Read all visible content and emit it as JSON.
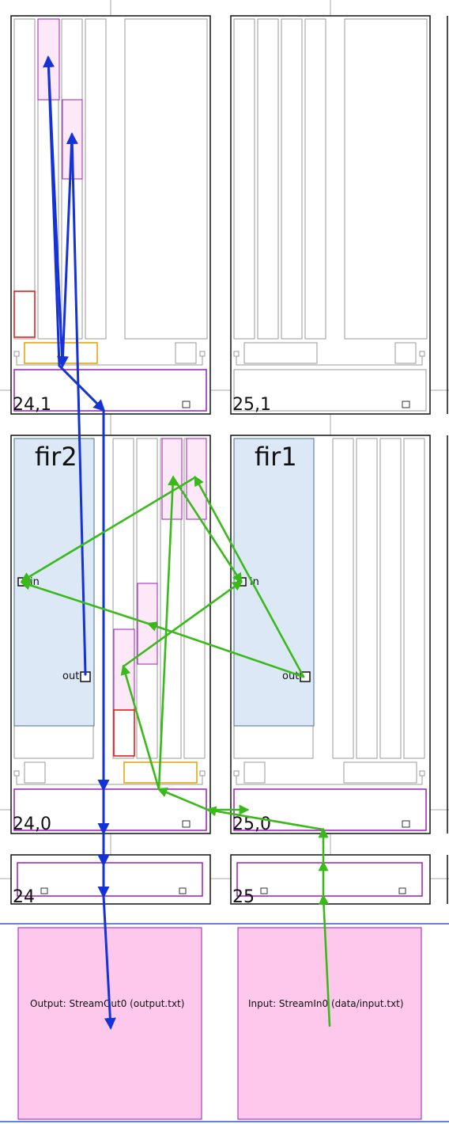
{
  "tiles": {
    "t24_1": "24,1",
    "t25_1": "25,1",
    "t24_0": "24,0",
    "t25_0": "25,0",
    "t24": "24",
    "t25": "25"
  },
  "kernels": {
    "fir2": {
      "name": "fir2",
      "in_port": "in",
      "out_port": "out"
    },
    "fir1": {
      "name": "fir1",
      "in_port": "in",
      "out_port": "out"
    }
  },
  "io": {
    "output": "Output: StreamOut0 (output.txt)",
    "input": "Input: StreamIn0 (data/input.txt)"
  },
  "colors": {
    "tile_border": "#111111",
    "memory_bank": "#999999",
    "buffer_magenta": "#9b1fb5",
    "buffer_fill": "#fde8f8",
    "kernel_fill": "#dce8f6",
    "kernel_border": "#4a6f95",
    "lock_red": "#dd1111",
    "dma_orange": "#e0a000",
    "io_fill": "#fdc8ec",
    "net_blue": "#1432d8",
    "net_green": "#3aba1a",
    "shim_line": "#1432d8"
  }
}
